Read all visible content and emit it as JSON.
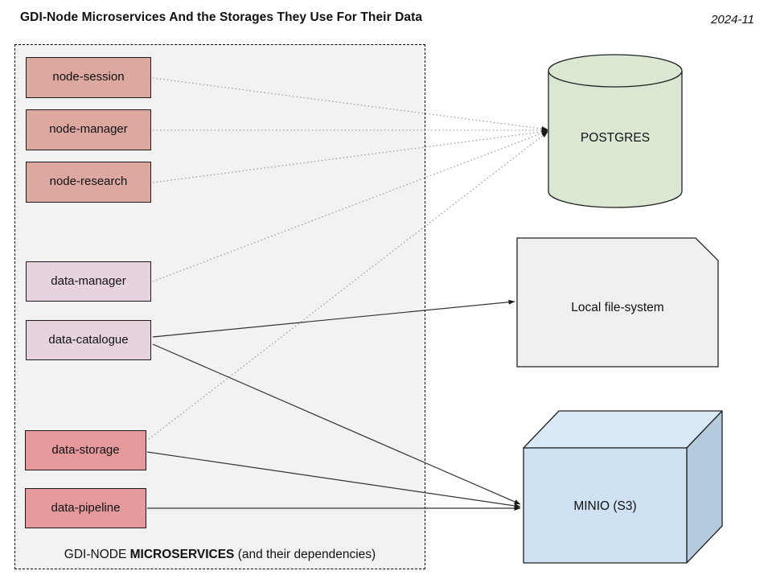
{
  "header": {
    "title": "GDI-Node Microservices And the Storages They Use For Their Data",
    "date": "2024-11"
  },
  "microservices_group": {
    "caption_prefix": "GDI-NODE ",
    "caption_bold": "MICROSERVICES",
    "caption_suffix": " (and their dependencies)",
    "services": [
      {
        "label": "node-session",
        "color": "#dda89f"
      },
      {
        "label": "node-manager",
        "color": "#dda89f"
      },
      {
        "label": "node-research",
        "color": "#dda89f"
      },
      {
        "label": "data-manager",
        "color": "#e7d3e0"
      },
      {
        "label": "data-catalogue",
        "color": "#e7d3e0"
      },
      {
        "label": "data-storage",
        "color": "#e5999b"
      },
      {
        "label": "data-pipeline",
        "color": "#e5999b"
      }
    ]
  },
  "storages": [
    {
      "label": "POSTGRES",
      "shape": "cylinder-icon",
      "color": "#dae8d3"
    },
    {
      "label": "Local file-system",
      "shape": "document-icon",
      "color": "#f0f0f0"
    },
    {
      "label": "MINIO (S3)",
      "shape": "cube-icon",
      "color": "#cfe2f3"
    }
  ],
  "connections": [
    {
      "from": "node-session",
      "to": "POSTGRES",
      "style": "dotted"
    },
    {
      "from": "node-manager",
      "to": "POSTGRES",
      "style": "dotted"
    },
    {
      "from": "node-research",
      "to": "POSTGRES",
      "style": "dotted"
    },
    {
      "from": "data-manager",
      "to": "POSTGRES",
      "style": "dotted"
    },
    {
      "from": "data-storage",
      "to": "POSTGRES",
      "style": "dotted"
    },
    {
      "from": "data-catalogue",
      "to": "Local file-system",
      "style": "solid"
    },
    {
      "from": "data-catalogue",
      "to": "MINIO (S3)",
      "style": "solid"
    },
    {
      "from": "data-storage",
      "to": "MINIO (S3)",
      "style": "solid"
    },
    {
      "from": "data-pipeline",
      "to": "MINIO (S3)",
      "style": "solid"
    }
  ]
}
